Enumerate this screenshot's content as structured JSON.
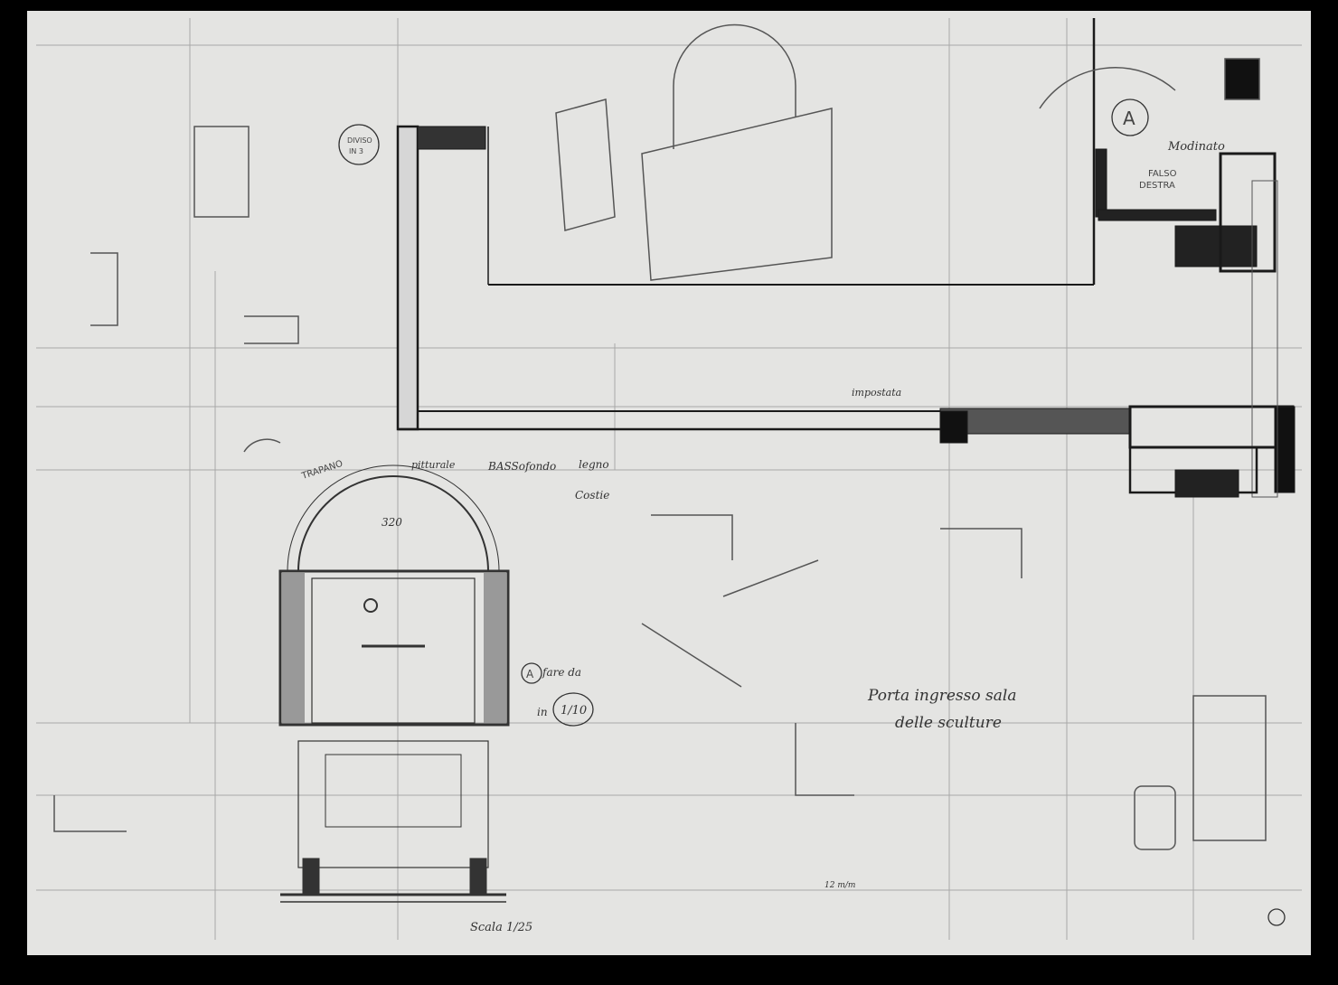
{
  "drawing": {
    "colors": {
      "paper": "#e4e4e2",
      "ink": "#1a1a1a",
      "pencil": "#8a8a8a",
      "background": "#000000"
    },
    "annotations": {
      "title_line1": "Porta ingresso sala",
      "title_line2": "delle sculture",
      "scale": "Scala 1/25",
      "detail_marker": "A",
      "detail_marker_arch": "A",
      "detail_note": "fare da",
      "detail_note2": "in",
      "detail_scale": "1/10",
      "modinato": "Modinato",
      "falso_destra_1": "FALSO",
      "falso_destra_2": "DESTRA",
      "diviso_1": "DIVISO",
      "diviso_2": "IN 3",
      "trapano": "TRAPANO",
      "pitturale": "pitturale",
      "bassofondo": "BASSofondo",
      "legno": "legno",
      "costie": "Costie",
      "dimension_arch": "320",
      "impostata": "impostata",
      "dimension_bottom": "12 m/m"
    }
  }
}
